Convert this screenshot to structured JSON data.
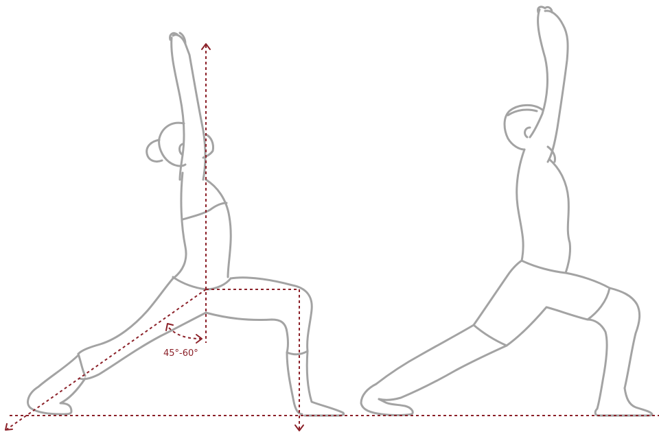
{
  "annotation": {
    "angle_range": "45°-60°"
  },
  "colors": {
    "figure_outline": "#a3a3a3",
    "guide_lines": "#8b2028",
    "background": "#ffffff"
  },
  "figures": [
    {
      "name": "female-figure",
      "pose": "high-lunge-arms-raised"
    },
    {
      "name": "male-figure",
      "pose": "high-lunge-arms-raised"
    }
  ]
}
